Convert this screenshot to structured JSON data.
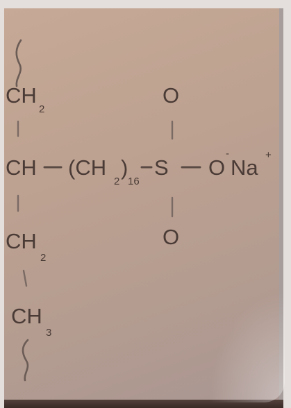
{
  "structure": {
    "backbone_top": {
      "atom": "CH",
      "sub": "2"
    },
    "backbone_mid": {
      "atom": "CH"
    },
    "chain_group": {
      "open": "(CH",
      "sub": "2",
      "close": ")",
      "count": "16"
    },
    "sulfur": "S",
    "oxygen_top": "O",
    "oxygen_bottom": "O",
    "oxygen_anion": {
      "atom": "O",
      "charge": "-"
    },
    "counterion": {
      "atom": "Na",
      "charge": "+"
    },
    "backbone_low": {
      "atom": "CH",
      "sub": "2"
    },
    "backbone_end": {
      "atom": "CH",
      "sub": "3"
    }
  },
  "colors": {
    "card": "#bea291",
    "ink": "#4a3b36",
    "frame": "#3a2b27"
  }
}
